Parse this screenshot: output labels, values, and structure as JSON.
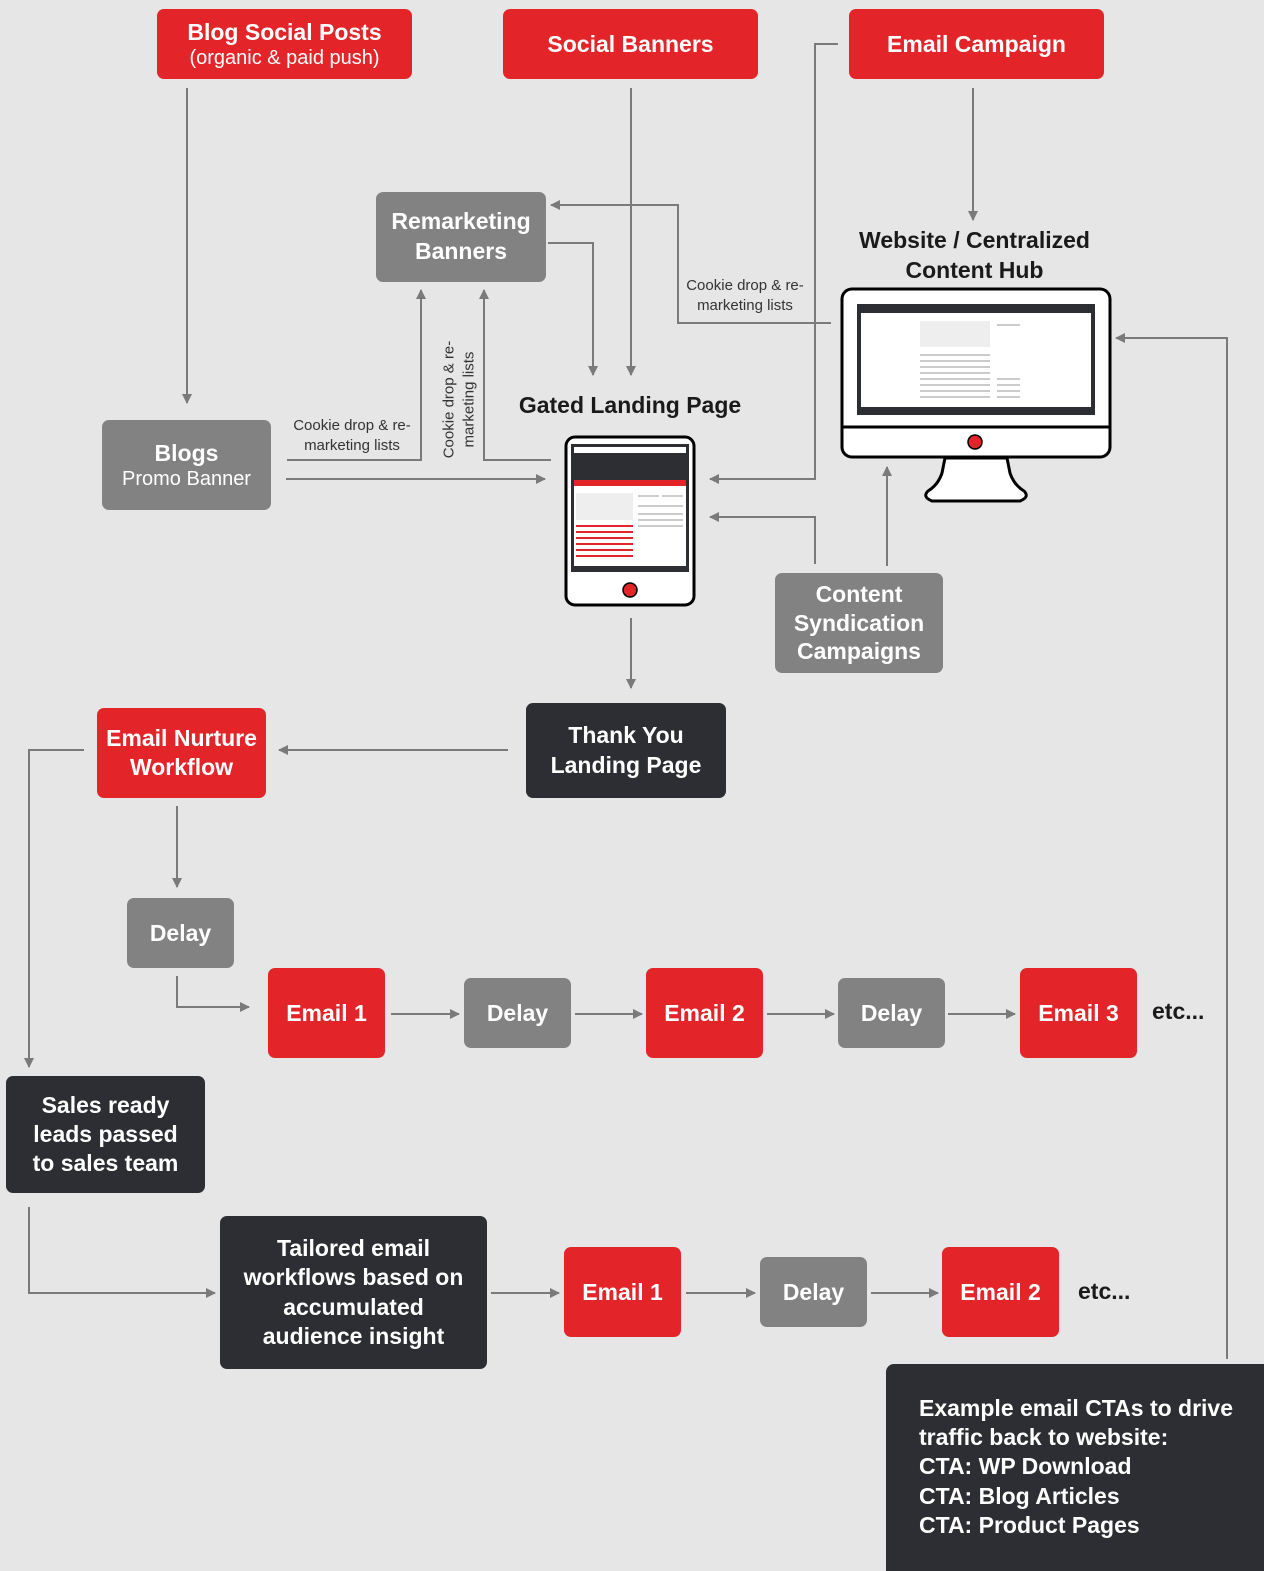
{
  "nodes": {
    "blog_social": {
      "title": "Blog Social Posts",
      "subtitle": "(organic & paid push)"
    },
    "social_banners": {
      "title": "Social Banners"
    },
    "email_campaign": {
      "title": "Email Campaign"
    },
    "remarketing": {
      "title": "Remarketing Banners"
    },
    "website_hub": {
      "title": "Website / Centralized Content Hub"
    },
    "blogs": {
      "title": "Blogs",
      "subtitle": "Promo Banner"
    },
    "gated_lp": {
      "title": "Gated Landing Page"
    },
    "content_syndication": {
      "title": "Content Syndication Campaigns"
    },
    "thank_you": {
      "title": "Thank You Landing Page"
    },
    "nurture": {
      "title": "Email Nurture Workflow"
    },
    "delay_a": {
      "title": "Delay"
    },
    "email_1a": {
      "title": "Email 1"
    },
    "delay_b": {
      "title": "Delay"
    },
    "email_2a": {
      "title": "Email 2"
    },
    "delay_c": {
      "title": "Delay"
    },
    "email_3a": {
      "title": "Email 3"
    },
    "etc_a": {
      "title": "etc..."
    },
    "sales_ready": {
      "title": "Sales ready leads passed to sales team"
    },
    "tailored": {
      "title": "Tailored email workflows based on accumulated audience insight"
    },
    "email_1b": {
      "title": "Email 1"
    },
    "delay_d": {
      "title": "Delay"
    },
    "email_2b": {
      "title": "Email 2"
    },
    "etc_b": {
      "title": "etc..."
    },
    "cta_box": {
      "lines": [
        "Example email CTAs to drive traffic back to website:",
        "CTA: WP Download",
        "CTA: Blog Articles",
        "CTA: Product Pages"
      ]
    }
  },
  "edge_labels": {
    "cookie_blogs": "Cookie drop & re-marketing lists",
    "cookie_vertical": "Cookie drop & re-marketing lists",
    "cookie_website": "Cookie drop & re-marketing lists"
  },
  "colors": {
    "red": "#e3252a",
    "gray": "#828282",
    "dark": "#2c2e33",
    "background": "#e6e6e6",
    "line": "#7a7a7a"
  }
}
